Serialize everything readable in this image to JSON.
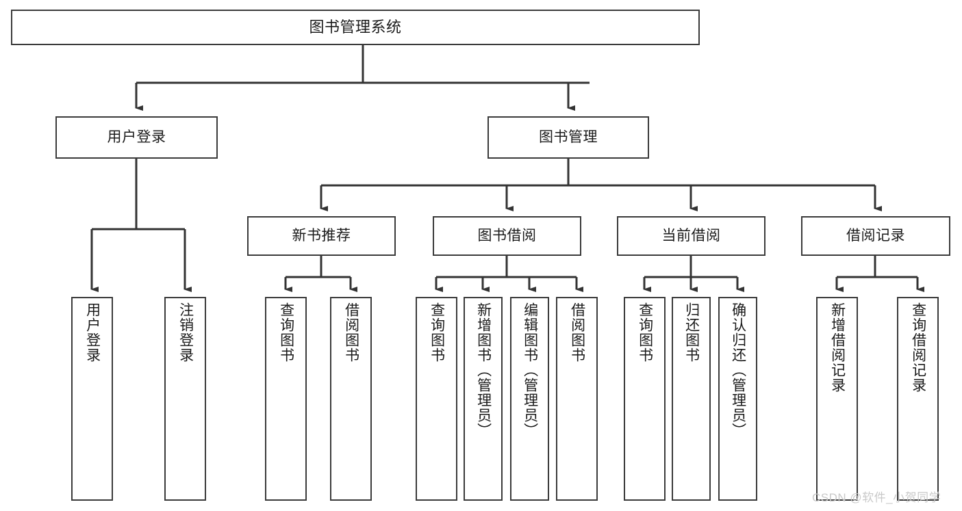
{
  "diagram": {
    "title": "图书管理系统",
    "type": "tree",
    "watermark": "CSDN @软件_小贺同学",
    "colors": {
      "box_border": "#3a3a3a",
      "box_fill": "#ffffff",
      "edge": "#333333",
      "text": "#1a1a1a",
      "watermark": "#c9c9c9",
      "background": "#ffffff"
    },
    "nodes": {
      "root": {
        "label": "图书管理系统",
        "level": 1
      },
      "level2": [
        {
          "id": "user-login",
          "label": "用户登录"
        },
        {
          "id": "book-manage",
          "label": "图书管理"
        }
      ],
      "level3": [
        {
          "id": "new-book-recommend",
          "label": "新书推荐"
        },
        {
          "id": "book-borrow",
          "label": "图书借阅"
        },
        {
          "id": "current-borrow",
          "label": "当前借阅"
        },
        {
          "id": "borrow-record",
          "label": "借阅记录"
        }
      ],
      "leaves": {
        "user-login": [
          {
            "id": "leaf-user-login",
            "label": "用户登录"
          },
          {
            "id": "leaf-user-logout",
            "label": "注销登录"
          }
        ],
        "new-book-recommend": [
          {
            "id": "leaf-query-book-1",
            "label": "查询图书"
          },
          {
            "id": "leaf-borrow-book-1",
            "label": "借阅图书"
          }
        ],
        "book-borrow": [
          {
            "id": "leaf-query-book-2",
            "label": "查询图书"
          },
          {
            "id": "leaf-add-book",
            "label": "新增图书（管理员）"
          },
          {
            "id": "leaf-edit-book",
            "label": "编辑图书（管理员）"
          },
          {
            "id": "leaf-borrow-book-2",
            "label": "借阅图书"
          }
        ],
        "current-borrow": [
          {
            "id": "leaf-query-book-3",
            "label": "查询图书"
          },
          {
            "id": "leaf-return-book",
            "label": "归还图书"
          },
          {
            "id": "leaf-confirm-return",
            "label": "确认归还（管理员）"
          }
        ],
        "borrow-record": [
          {
            "id": "leaf-add-record",
            "label": "新增借阅记录"
          },
          {
            "id": "leaf-query-record",
            "label": "查询借阅记录"
          }
        ]
      }
    }
  }
}
